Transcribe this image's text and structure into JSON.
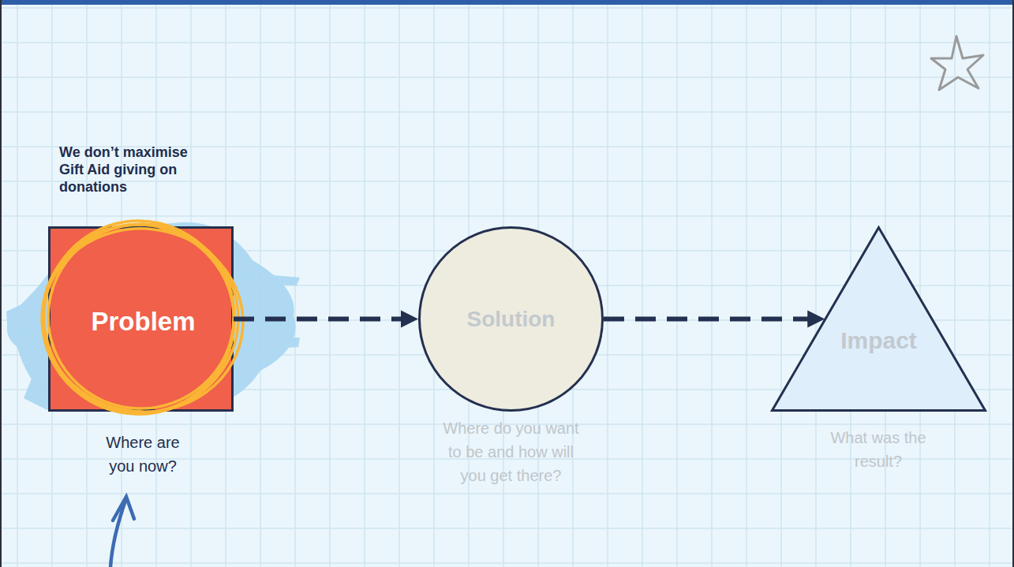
{
  "diagram": {
    "nodes": [
      {
        "text": [
          "We don’t maximise Gift Aid giving on donations",
          "Problem",
          "Where are you now?"
        ]
      },
      {
        "text": [
          "Solution",
          "Where do you want to be and how will you get there?"
        ]
      },
      {
        "text": [
          "Impact",
          "What was the result?"
        ]
      }
    ],
    "edges": [
      {
        "from": 0,
        "to": 1,
        "arrow": "to"
      },
      {
        "from": 1,
        "to": 2,
        "arrow": "to"
      }
    ]
  }
}
